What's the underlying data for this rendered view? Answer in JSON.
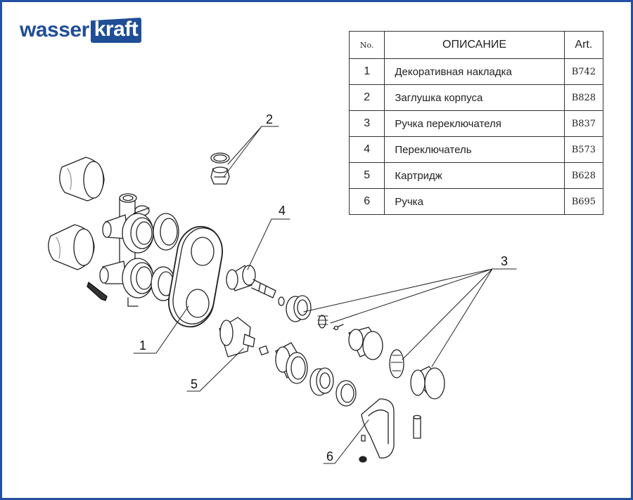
{
  "brand": {
    "part1": "wasser",
    "part2": "kraft",
    "color": "#1f4e96"
  },
  "border_color": "#2350a0",
  "parts_table": {
    "headers": {
      "no": "No.",
      "description": "ОПИСАНИЕ",
      "art": "Art."
    },
    "rows": [
      {
        "no": "1",
        "description": "Декоративная накладка",
        "art": "B742"
      },
      {
        "no": "2",
        "description": "Заглушка корпуса",
        "art": "B828"
      },
      {
        "no": "3",
        "description": "Ручка переключателя",
        "art": "B837"
      },
      {
        "no": "4",
        "description": "Переключатель",
        "art": "B573"
      },
      {
        "no": "5",
        "description": "Картридж",
        "art": "B628"
      },
      {
        "no": "6",
        "description": "Ручка",
        "art": "B695"
      }
    ]
  },
  "callouts": {
    "c1": "1",
    "c2": "2",
    "c3": "3",
    "c4": "4",
    "c5": "5",
    "c6": "6"
  }
}
